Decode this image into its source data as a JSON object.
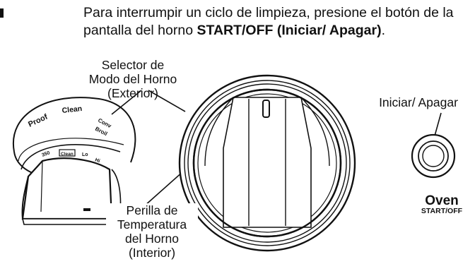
{
  "instructions": {
    "text_before": "Para interrumpir un ciclo de limpieza, presione el botón de la",
    "text_line2": "pantalla del horno ",
    "button_name": "START/OFF (Iniciar/ Apagar)",
    "end_punct": "."
  },
  "labels": {
    "selector_line1": "Selector de",
    "selector_line2": "Modo del Horno",
    "selector_line3": "(Exterior)",
    "perilla_line1": "Perilla de",
    "perilla_line2": "Temperatura",
    "perilla_line3": "del Horno",
    "perilla_line4": "(Interior)",
    "start_label": "Iniciar/ Apagar"
  },
  "dial_markings": {
    "proof": "Proof",
    "clean": "Clean",
    "convect_top": "Conv",
    "convect_bottom": "Broil",
    "knob_clean": "Clean",
    "lo": "Lo",
    "sixty": "350",
    "hi": "Hi"
  },
  "oven_button": {
    "main": "Oven",
    "sub": "START/OFF"
  }
}
